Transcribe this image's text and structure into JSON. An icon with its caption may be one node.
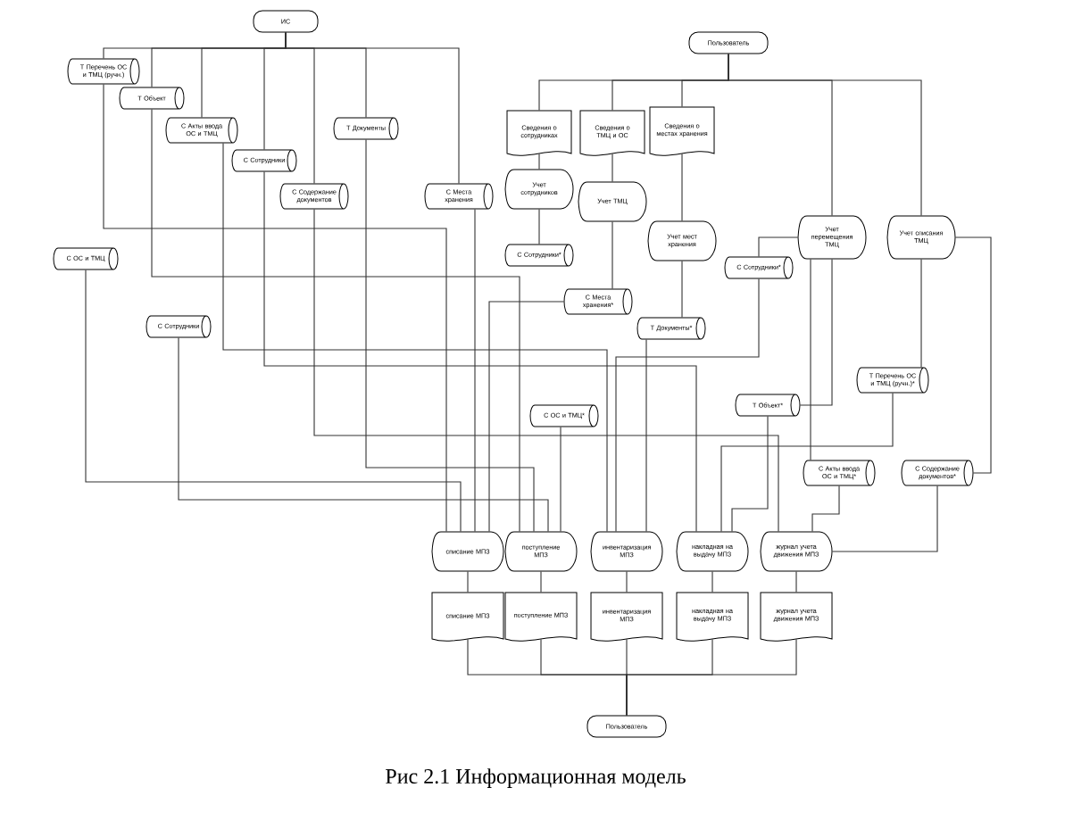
{
  "diagram": {
    "caption": "Рис 2.1 Информационная модель",
    "nodes": [
      {
        "text": [
          "ИС"
        ]
      },
      {
        "text": [
          "Пользователь"
        ]
      },
      {
        "text": [
          "Т Перечень ОС и ТМЦ (ручн.)"
        ]
      },
      {
        "text": [
          "Т Объект"
        ]
      },
      {
        "text": [
          "С Акты ввода ОС и ТМЦ"
        ]
      },
      {
        "text": [
          "Т Документы"
        ]
      },
      {
        "text": [
          "С Сотрудники"
        ]
      },
      {
        "text": [
          "С Содержание документов"
        ]
      },
      {
        "text": [
          "С Места хранения"
        ]
      },
      {
        "text": [
          "С ОС и ТМЦ"
        ]
      },
      {
        "text": [
          "С Сотрудники"
        ]
      },
      {
        "text": [
          "Сведения о сотрудниках"
        ]
      },
      {
        "text": [
          "Сведения о ТМЦ и ОС"
        ]
      },
      {
        "text": [
          "Сведения о местах хранения"
        ]
      },
      {
        "text": [
          "Учет сотрудников"
        ]
      },
      {
        "text": [
          "Учет ТМЦ"
        ]
      },
      {
        "text": [
          "Учет мест хранения"
        ]
      },
      {
        "text": [
          "Учет перемещения ТМЦ"
        ]
      },
      {
        "text": [
          "Учет списания ТМЦ"
        ]
      },
      {
        "text": [
          "С Сотрудники*"
        ]
      },
      {
        "text": [
          "С Места хранения*"
        ]
      },
      {
        "text": [
          "Т Документы*"
        ]
      },
      {
        "text": [
          "С Сотрудники*"
        ]
      },
      {
        "text": [
          "Т Перечень ОС и ТМЦ (ручн.)*"
        ]
      },
      {
        "text": [
          "Т Объект*"
        ]
      },
      {
        "text": [
          "С ОС и ТМЦ*"
        ]
      },
      {
        "text": [
          "С Акты ввода ОС и ТМЦ*"
        ]
      },
      {
        "text": [
          "С Содержание документов*"
        ]
      },
      {
        "text": [
          "списание МПЗ"
        ]
      },
      {
        "text": [
          "поступление МПЗ"
        ]
      },
      {
        "text": [
          "инвентаризация МПЗ"
        ]
      },
      {
        "text": [
          "накладная на выдачу МПЗ"
        ]
      },
      {
        "text": [
          "журнал учета движения МПЗ"
        ]
      },
      {
        "text": [
          "списание МПЗ"
        ]
      },
      {
        "text": [
          "поступление МПЗ"
        ]
      },
      {
        "text": [
          "инвентаризация МПЗ"
        ]
      },
      {
        "text": [
          "накладная на выдачу МПЗ"
        ]
      },
      {
        "text": [
          "журнал учета движения МПЗ"
        ]
      },
      {
        "text": [
          "Пользователь"
        ]
      }
    ],
    "edges": [
      {
        "from": 0,
        "to": 2,
        "arrow": "none"
      },
      {
        "from": 0,
        "to": 3,
        "arrow": "none"
      },
      {
        "from": 0,
        "to": 4,
        "arrow": "none"
      },
      {
        "from": 0,
        "to": 6,
        "arrow": "none"
      },
      {
        "from": 0,
        "to": 7,
        "arrow": "none"
      },
      {
        "from": 0,
        "to": 5,
        "arrow": "none"
      },
      {
        "from": 0,
        "to": 8,
        "arrow": "none"
      },
      {
        "from": 1,
        "to": 11,
        "arrow": "none"
      },
      {
        "from": 1,
        "to": 12,
        "arrow": "none"
      },
      {
        "from": 1,
        "to": 13,
        "arrow": "none"
      },
      {
        "from": 1,
        "to": 17,
        "arrow": "none"
      },
      {
        "from": 1,
        "to": 18,
        "arrow": "none"
      },
      {
        "from": 11,
        "to": 14,
        "arrow": "none"
      },
      {
        "from": 12,
        "to": 15,
        "arrow": "none"
      },
      {
        "from": 13,
        "to": 16,
        "arrow": "none"
      },
      {
        "from": 14,
        "to": 19,
        "arrow": "none"
      },
      {
        "from": 15,
        "to": 20,
        "arrow": "none"
      },
      {
        "from": 16,
        "to": 21,
        "arrow": "none"
      },
      {
        "from": 17,
        "to": 22,
        "arrow": "none"
      },
      {
        "from": 17,
        "to": 24,
        "arrow": "none"
      },
      {
        "from": 18,
        "to": 23,
        "arrow": "none"
      },
      {
        "from": 18,
        "to": 27,
        "arrow": "none"
      },
      {
        "from": 17,
        "to": 26,
        "arrow": "none"
      },
      {
        "from": 2,
        "to": 28,
        "arrow": "none"
      },
      {
        "from": 3,
        "to": 29,
        "arrow": "none"
      },
      {
        "from": 4,
        "to": 30,
        "arrow": "none"
      },
      {
        "from": 6,
        "to": 31,
        "arrow": "none"
      },
      {
        "from": 7,
        "to": 32,
        "arrow": "none"
      },
      {
        "from": 5,
        "to": 29,
        "arrow": "none"
      },
      {
        "from": 8,
        "to": 28,
        "arrow": "none"
      },
      {
        "from": 9,
        "to": 28,
        "arrow": "none"
      },
      {
        "from": 10,
        "to": 29,
        "arrow": "none"
      },
      {
        "from": 25,
        "to": 29,
        "arrow": "none"
      },
      {
        "from": 21,
        "to": 30,
        "arrow": "none"
      },
      {
        "from": 24,
        "to": 31,
        "arrow": "none"
      },
      {
        "from": 26,
        "to": 32,
        "arrow": "none"
      },
      {
        "from": 27,
        "to": 32,
        "arrow": "none"
      },
      {
        "from": 23,
        "to": 31,
        "arrow": "none"
      },
      {
        "from": 20,
        "to": 28,
        "arrow": "none"
      },
      {
        "from": 22,
        "to": 30,
        "arrow": "none"
      },
      {
        "from": 28,
        "to": 33,
        "arrow": "none"
      },
      {
        "from": 29,
        "to": 34,
        "arrow": "none"
      },
      {
        "from": 30,
        "to": 35,
        "arrow": "none"
      },
      {
        "from": 31,
        "to": 36,
        "arrow": "none"
      },
      {
        "from": 32,
        "to": 37,
        "arrow": "none"
      },
      {
        "from": 33,
        "to": 38,
        "arrow": "none"
      },
      {
        "from": 34,
        "to": 38,
        "arrow": "none"
      },
      {
        "from": 35,
        "to": 38,
        "arrow": "none"
      },
      {
        "from": 36,
        "to": 38,
        "arrow": "none"
      },
      {
        "from": 37,
        "to": 38,
        "arrow": "none"
      }
    ]
  }
}
